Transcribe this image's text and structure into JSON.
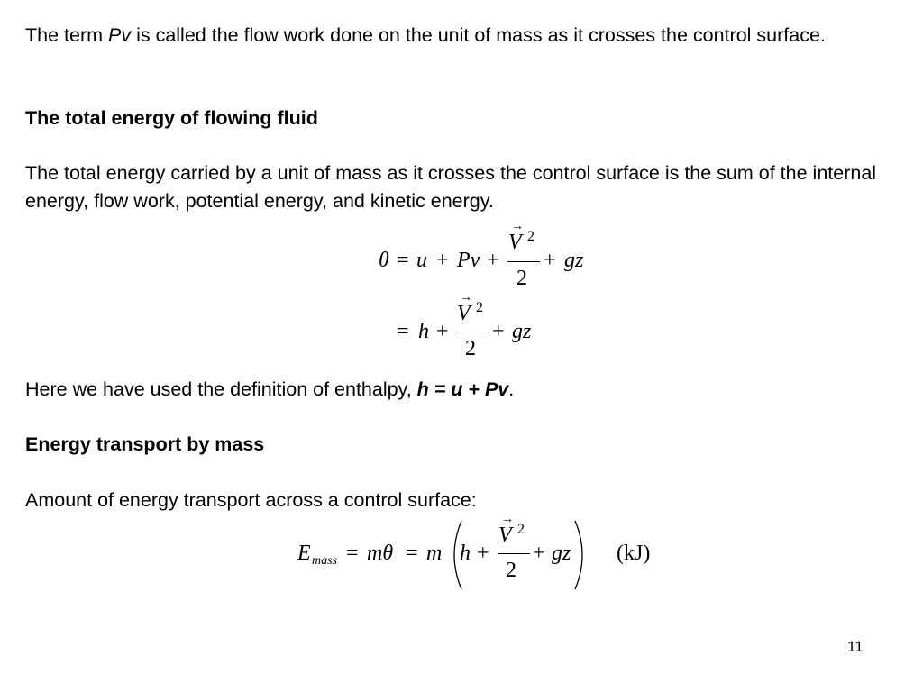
{
  "p1": {
    "pre": "The term ",
    "term": "Pv",
    "post": " is called the flow work done on the unit of mass as it crosses the control surface."
  },
  "h1": "The total energy of flowing fluid",
  "p2": "The total energy carried by a unit of mass as it crosses the control surface is the sum of the internal energy, flow work, potential energy, and kinetic energy.",
  "eq1": {
    "theta": "θ",
    "eq": "=",
    "u": "u",
    "plus1": "+",
    "pv": "Pv",
    "plus2": "+",
    "v": "V",
    "arrow": "→",
    "sq": "2",
    "den": "2",
    "plus3": "+",
    "gz": "gz"
  },
  "eq2": {
    "eq": "=",
    "h": "h",
    "plus1": "+",
    "v": "V",
    "arrow": "→",
    "sq": "2",
    "den": "2",
    "plus2": "+",
    "gz": "gz"
  },
  "p3": {
    "pre": "Here we have used the definition of enthalpy, ",
    "def": "h = u + Pv",
    "post": "."
  },
  "h2": "Energy transport by mass",
  "p4": "Amount of energy transport across a control surface:",
  "eq3": {
    "E": "E",
    "sub": "mass",
    "eq1": "=",
    "mtheta": "mθ",
    "eq2": "=",
    "m": "m",
    "h": "h",
    "plus1": "+",
    "v": "V",
    "arrow": "→",
    "sq": "2",
    "den": "2",
    "plus2": "+",
    "gz": "gz",
    "unit": "(kJ)"
  },
  "page_number": "11"
}
